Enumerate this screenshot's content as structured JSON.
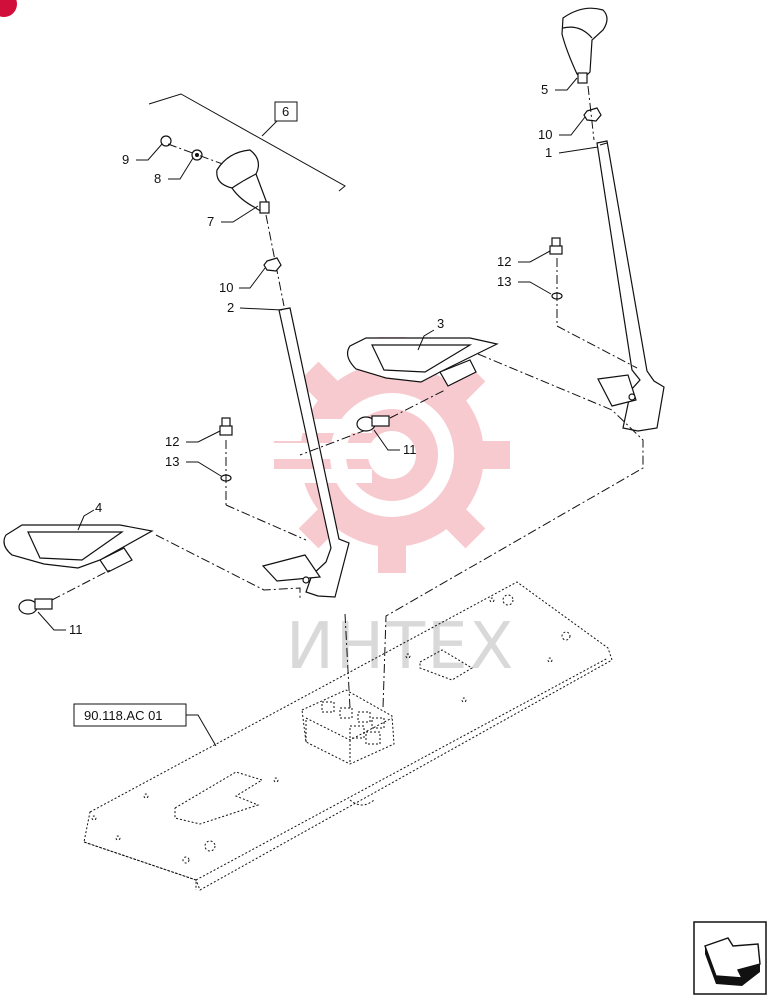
{
  "diagram": {
    "callouts": [
      {
        "id": "c1",
        "text": "1"
      },
      {
        "id": "c2",
        "text": "2"
      },
      {
        "id": "c3",
        "text": "3"
      },
      {
        "id": "c4",
        "text": "4"
      },
      {
        "id": "c5",
        "text": "5"
      },
      {
        "id": "c7",
        "text": "7"
      },
      {
        "id": "c8",
        "text": "8"
      },
      {
        "id": "c9",
        "text": "9"
      },
      {
        "id": "c10a",
        "text": "10"
      },
      {
        "id": "c10b",
        "text": "10"
      },
      {
        "id": "c11a",
        "text": "11"
      },
      {
        "id": "c11b",
        "text": "11"
      },
      {
        "id": "c12a",
        "text": "12"
      },
      {
        "id": "c12b",
        "text": "12"
      },
      {
        "id": "c13a",
        "text": "13"
      },
      {
        "id": "c13b",
        "text": "13"
      }
    ],
    "group_ref": "6",
    "section_ref": "90.118.AC 01",
    "watermark": "ИНТЕХ",
    "colors": {
      "line": "#111111",
      "watermark_logo": "#f2b6bd",
      "corner_mark": "#d0103a"
    }
  }
}
